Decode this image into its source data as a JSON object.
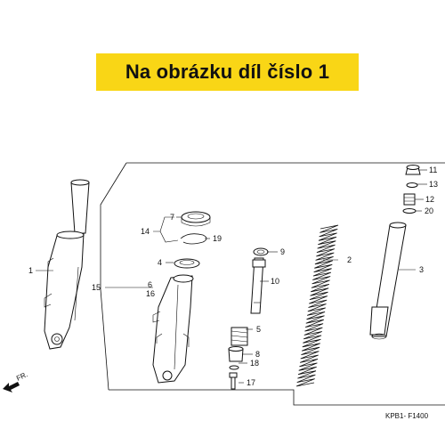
{
  "banner": {
    "text": "Na obrázku díl číslo 1",
    "color": "#f9d616"
  },
  "diagram": {
    "code": "KPB1- F1400",
    "arrow": "FR.",
    "callouts": [
      "1",
      "2",
      "3",
      "4",
      "5",
      "6",
      "7",
      "8",
      "9",
      "10",
      "11",
      "12",
      "13",
      "14",
      "15",
      "16",
      "17",
      "18",
      "19",
      "20"
    ]
  }
}
